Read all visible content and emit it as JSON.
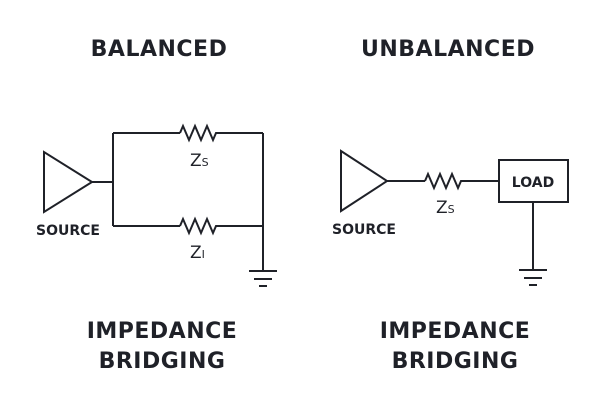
{
  "balanced": {
    "title": "BALANCED",
    "source_label": "SOURCE",
    "top_resistor": {
      "letter": "Z",
      "sub": "S"
    },
    "bottom_resistor": {
      "letter": "Z",
      "sub": "I"
    },
    "caption_line1": "IMPEDANCE",
    "caption_line2": "BRIDGING"
  },
  "unbalanced": {
    "title": "UNBALANCED",
    "source_label": "SOURCE",
    "resistor": {
      "letter": "Z",
      "sub": "S"
    },
    "load_label": "LOAD",
    "caption_line1": "IMPEDANCE",
    "caption_line2": "BRIDGING"
  },
  "colors": {
    "ink": "#1f2128",
    "background": "#ffffff"
  }
}
